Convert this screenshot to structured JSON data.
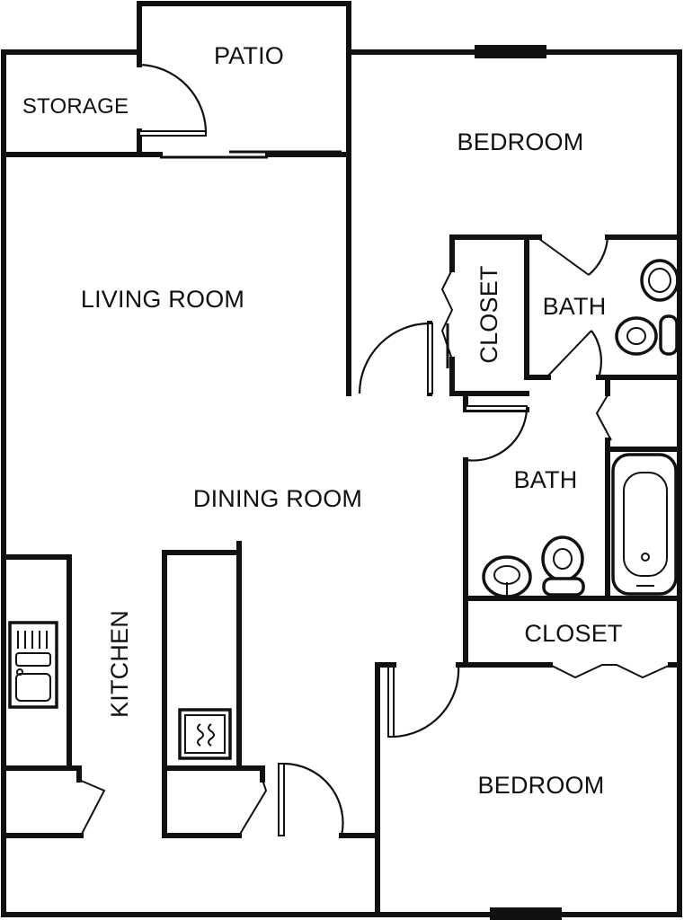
{
  "floorplan": {
    "rooms": {
      "patio": "PATIO",
      "storage": "STORAGE",
      "bedroom_upper": "BEDROOM",
      "living_room": "LIVING ROOM",
      "closet_upper": "CLOSET",
      "bath_upper": "BATH",
      "dining_room": "DINING ROOM",
      "bath_lower": "BATH",
      "kitchen": "KITCHEN",
      "closet_lower": "CLOSET",
      "bedroom_lower": "BEDROOM"
    },
    "colors": {
      "wall": "#111111",
      "background": "#ffffff"
    },
    "fixtures": [
      "sink",
      "toilet",
      "bathtub",
      "kitchen-sink",
      "stove"
    ]
  }
}
